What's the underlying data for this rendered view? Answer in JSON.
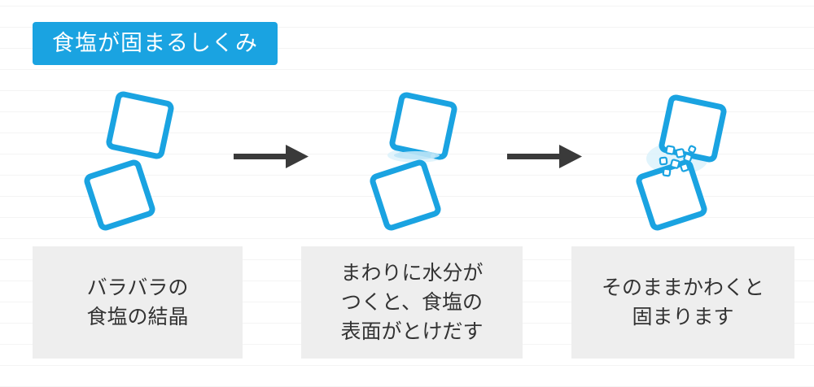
{
  "title": "食塩が固まるしくみ",
  "stages": [
    {
      "lines": [
        "バラバラの",
        "食塩の結晶"
      ]
    },
    {
      "lines": [
        "まわりに水分が",
        "つくと、食塩の",
        "表面がとけだす"
      ]
    },
    {
      "lines": [
        "そのままかわくと",
        "固まります"
      ]
    }
  ],
  "colors": {
    "accent": "#1aa3e1",
    "caption_bg": "#eeeeee",
    "arrow": "#3a3a3a",
    "text": "#333333"
  }
}
